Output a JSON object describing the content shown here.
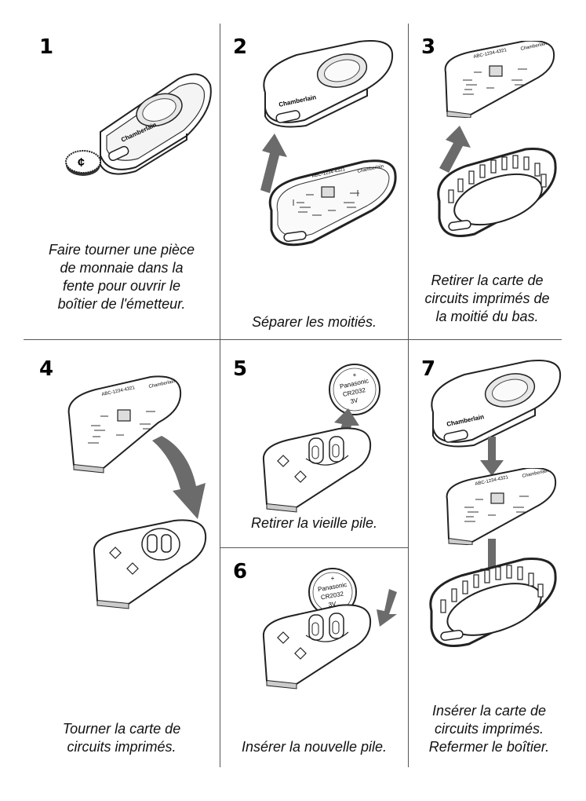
{
  "colors": {
    "arrow": "#6b6b6b",
    "line": "#555555",
    "ink": "#222222"
  },
  "steps": [
    {
      "number": "1",
      "caption": [
        "Faire tourner une pièce",
        "de monnaie dans la",
        "fente pour ouvrir le",
        "boîtier de l'émetteur."
      ]
    },
    {
      "number": "2",
      "caption": [
        "Séparer les moitiés."
      ]
    },
    {
      "number": "3",
      "caption": [
        "Retirer la carte de",
        "circuits imprimés de",
        "la moitié du bas."
      ]
    },
    {
      "number": "4",
      "caption": [
        "Tourner la carte de",
        "circuits imprimés."
      ]
    },
    {
      "number": "5",
      "caption": [
        "Retirer la vieille pile."
      ]
    },
    {
      "number": "6",
      "caption": [
        "Insérer la nouvelle pile."
      ]
    },
    {
      "number": "7",
      "caption": [
        "Insérer la carte de",
        "circuits imprimés.",
        "Refermer le boîtier."
      ]
    }
  ],
  "battery": {
    "polarity": "+",
    "brand": "Panasonic",
    "model": "CR2032",
    "voltage": "3V"
  },
  "icons": [
    "coin-icon",
    "remote-icon",
    "arrow-icon",
    "circuit-board-icon",
    "battery-icon",
    "battery-holder-icon",
    "case-bottom-icon"
  ]
}
